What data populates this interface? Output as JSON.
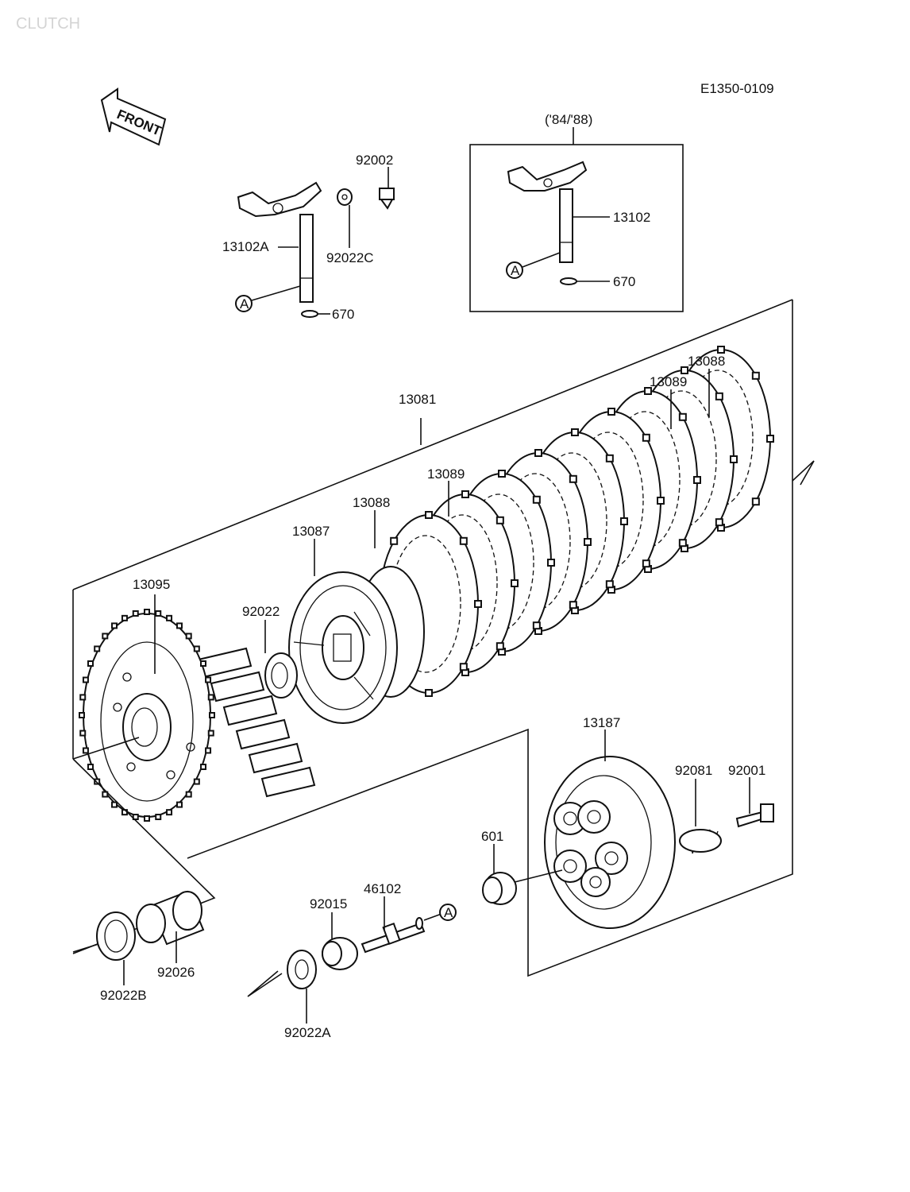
{
  "diagram": {
    "header_text": "CLUTCH",
    "code": "E1350-0109",
    "front_arrow_label": "FRONT",
    "years_note": "('84/'88)",
    "ref_marker": "A",
    "labels": {
      "p92002": "92002",
      "p13102A": "13102A",
      "p92022C": "92022C",
      "p670_left": "670",
      "p13102": "13102",
      "p670_right": "670",
      "p13081": "13081",
      "p13088_top": "13088",
      "p13089_top": "13089",
      "p13089_mid": "13089",
      "p13088_mid": "13088",
      "p13087": "13087",
      "p13095": "13095",
      "p92022": "92022",
      "p13187": "13187",
      "p92001": "92001",
      "p92081": "92081",
      "p601": "601",
      "p46102": "46102",
      "p92015": "92015",
      "p92026": "92026",
      "p92022B": "92022B",
      "p92022A": "92022A"
    }
  }
}
